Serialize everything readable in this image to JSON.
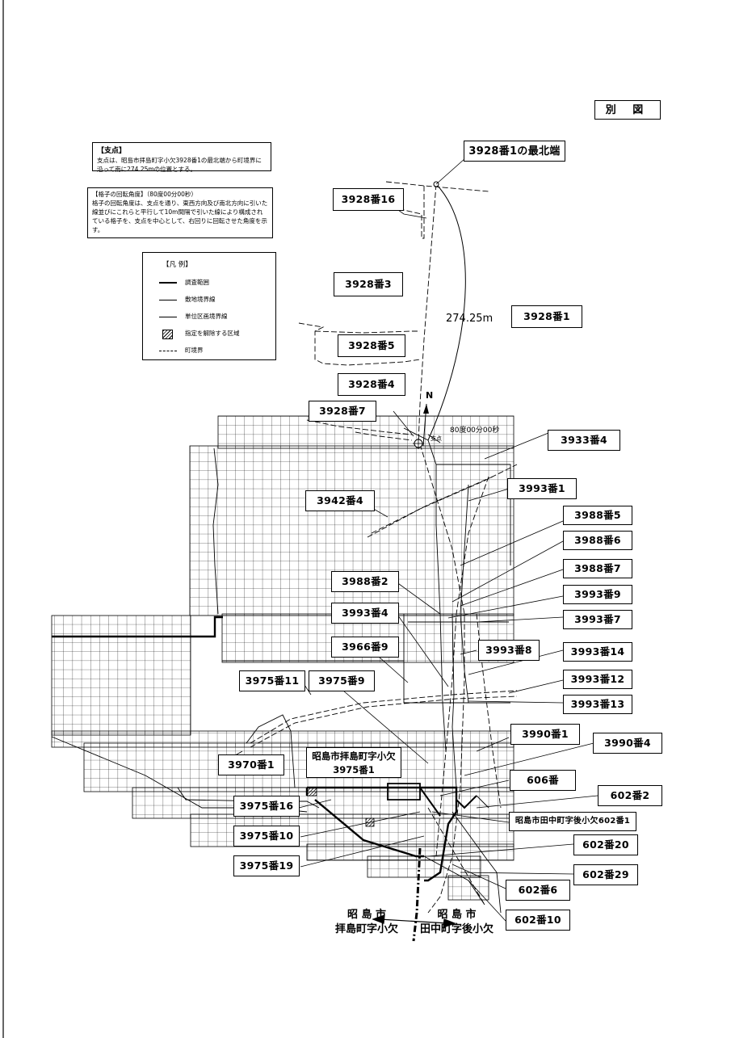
{
  "title": {
    "figure_label": "別 図"
  },
  "notes": {
    "support_point": {
      "title": "【支点】",
      "body": "支点は、昭島市拝島町字小欠3928番1の最北端から町境界に沿って南に274.25mの位置とする。"
    },
    "rotation_angle": {
      "body": "【格子の回転角度】（80度00分00秒）\n格子の回転角度は、支点を通り、東西方向及び南北方向に引いた線並びにこれらと平行して10m間隔で引いた線により構成されている格子を、支点を中心として、右回りに回転させた角度を示す。"
    }
  },
  "legend": {
    "title": "【凡 例】",
    "items": [
      "調査範囲",
      "敷地境界線",
      "単位区画境界線",
      "指定を解除する区域",
      "町境界"
    ]
  },
  "labels": {
    "north_end": "3928番1の最北端",
    "distance": "274.25m",
    "north": "N",
    "rotation_angle": "80度00分00秒",
    "support_point": "支点",
    "district_haijima": "昭島市拝島町字小欠",
    "west_city": "昭 島 市",
    "west_town": "拝島町字小欠",
    "east_city": "昭 島 市",
    "east_town": "田中町字後小欠"
  },
  "parcels": {
    "p3928_16": "3928番16",
    "p3928_3": "3928番3",
    "p3928_1": "3928番1",
    "p3928_5": "3928番5",
    "p3928_4": "3928番4",
    "p3928_7": "3928番7",
    "p3933_4": "3933番4",
    "p3993_1": "3993番1",
    "p3942_4": "3942番4",
    "p3988_5": "3988番5",
    "p3988_6": "3988番6",
    "p3988_7": "3988番7",
    "p3988_2": "3988番2",
    "p3993_9": "3993番9",
    "p3993_4": "3993番4",
    "p3993_7": "3993番7",
    "p3966_9": "3966番9",
    "p3993_8": "3993番8",
    "p3993_14": "3993番14",
    "p3975_11": "3975番11",
    "p3975_9": "3975番9",
    "p3993_12": "3993番12",
    "p3993_13": "3993番13",
    "p3990_1": "3990番1",
    "p3990_4": "3990番4",
    "p3975_1": "3975番1",
    "p3970_1": "3970番1",
    "p606": "606番",
    "p602_2": "602番2",
    "p3975_16": "3975番16",
    "p602_1": "昭島市田中町字後小欠602番1",
    "p3975_10": "3975番10",
    "p602_20": "602番20",
    "p3975_19": "3975番19",
    "p602_29": "602番29",
    "p602_6": "602番6",
    "p602_10": "602番10"
  }
}
